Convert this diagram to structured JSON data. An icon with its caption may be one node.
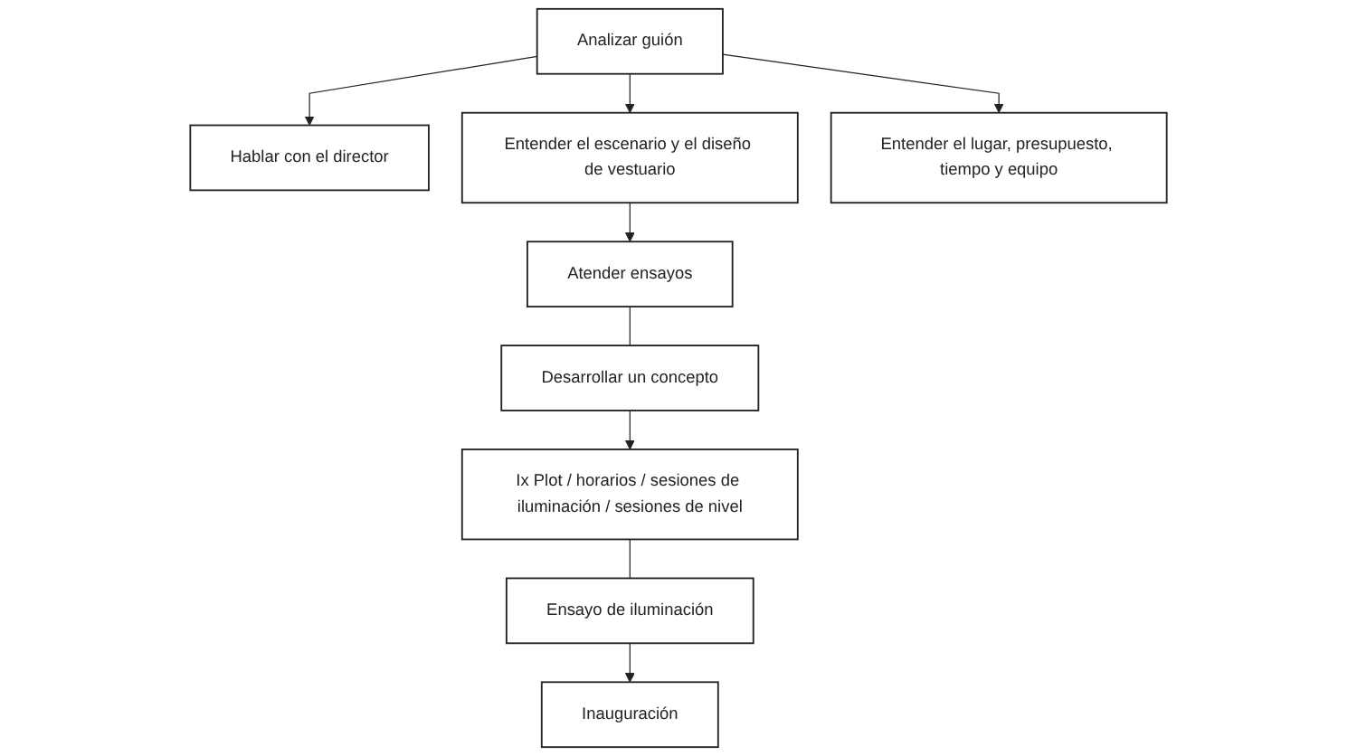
{
  "diagram": {
    "nodes": [
      {
        "text": [
          "Analizar guión"
        ]
      },
      {
        "text": [
          "Hablar con el director"
        ]
      },
      {
        "text": [
          "Entender el escenario y el diseño de vestuario"
        ]
      },
      {
        "text": [
          "Entender el lugar, presupuesto, tiempo y equipo"
        ]
      },
      {
        "text": [
          "Desarrollar un concepto"
        ]
      },
      {
        "text": [
          "Atender ensayos"
        ]
      },
      {
        "text": [
          "Ix Plot / horarios / sesiones de iluminación / sesiones de nivel"
        ]
      },
      {
        "text": [
          "Ensayo de iluminación"
        ]
      },
      {
        "text": [
          "Inauguración"
        ]
      }
    ],
    "edges": [
      {
        "from": 0,
        "to": 1,
        "arrow": "to"
      },
      {
        "from": 0,
        "to": 2,
        "arrow": "to"
      },
      {
        "from": 0,
        "to": 3,
        "arrow": "to"
      },
      {
        "from": 2,
        "to": 5,
        "arrow": "to"
      },
      {
        "from": 5,
        "to": 4,
        "arrow": "none"
      },
      {
        "from": 4,
        "to": 6,
        "arrow": "to"
      },
      {
        "from": 6,
        "to": 7,
        "arrow": "none"
      },
      {
        "from": 7,
        "to": 8,
        "arrow": "to"
      }
    ]
  }
}
